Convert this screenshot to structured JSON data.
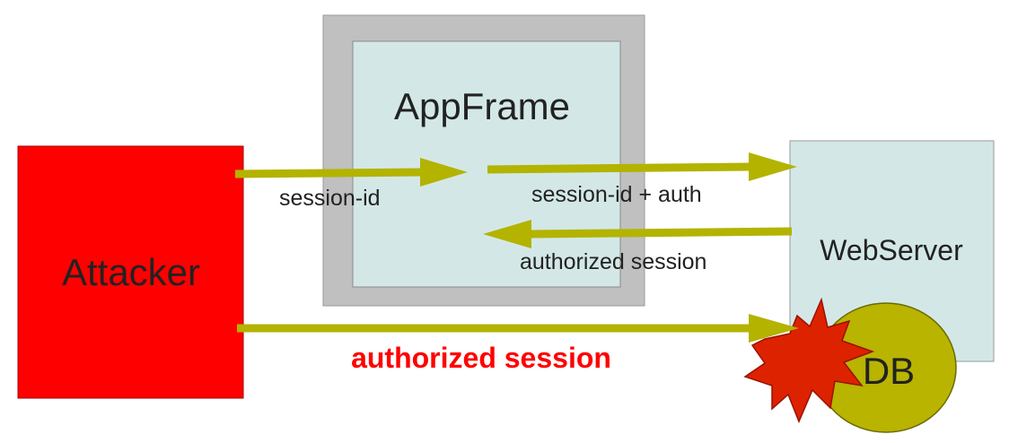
{
  "nodes": {
    "attacker": {
      "label": "Attacker",
      "color": "#ff0000"
    },
    "appframe": {
      "label": "AppFrame",
      "outer_color": "#c0c0c0",
      "inner_color": "#d3e8e6"
    },
    "webserver": {
      "label": "WebServer",
      "color": "#d3e8e6"
    },
    "db": {
      "label": "DB",
      "color": "#b8b400"
    },
    "explosion": {
      "color": "#dd2200"
    }
  },
  "edges": {
    "attacker_to_appframe": {
      "label": "session-id"
    },
    "appframe_to_webserver": {
      "label": "session-id + auth"
    },
    "webserver_to_appframe": {
      "label": "authorized session"
    },
    "attacker_to_db": {
      "label": "authorized session",
      "label_color": "#ff0000"
    }
  },
  "arrow_color": "#b3b300"
}
